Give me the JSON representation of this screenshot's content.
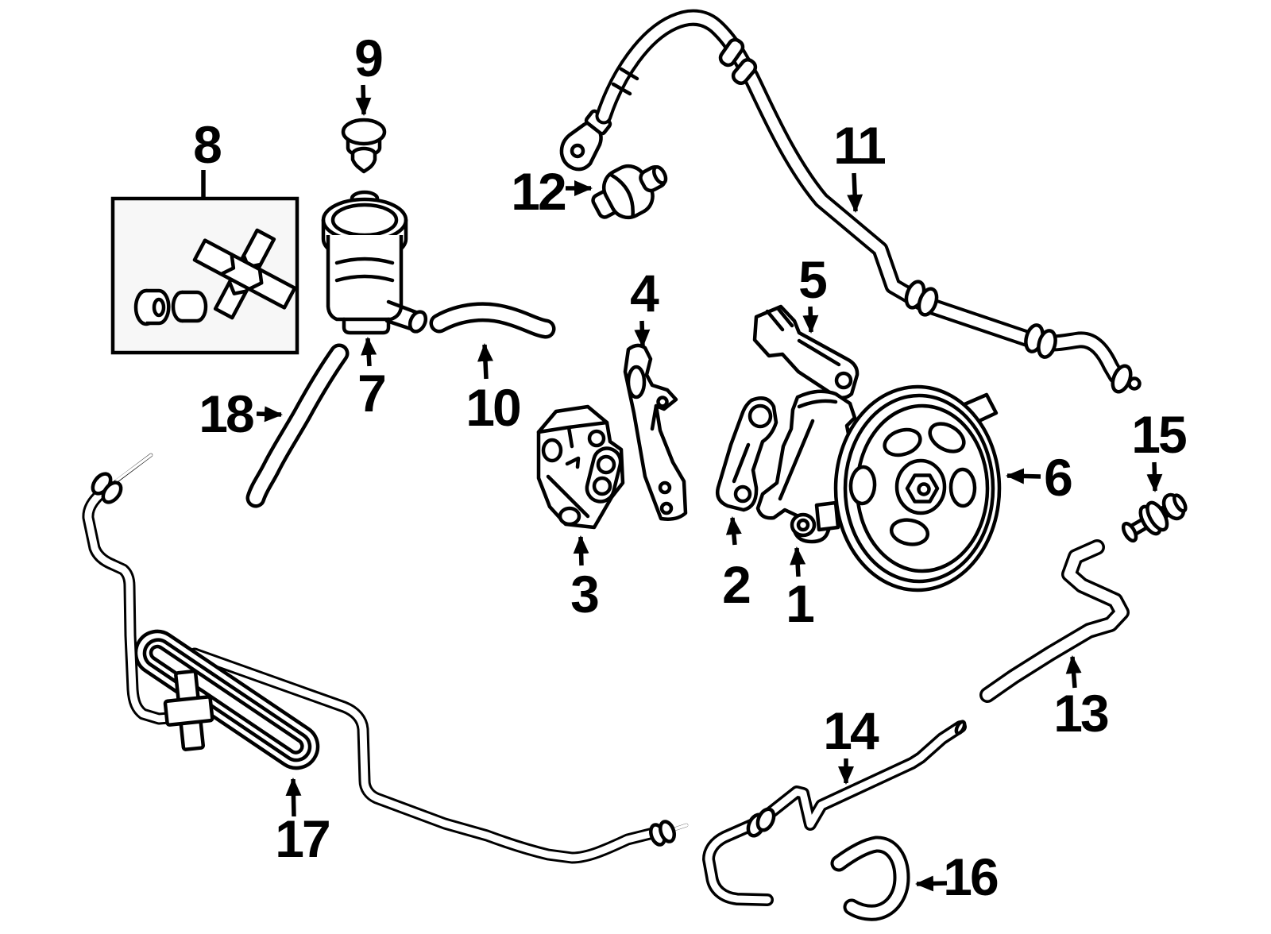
{
  "figure": {
    "background_color": "#ffffff",
    "line_color": "#000000",
    "box_fill": "#f7f7f7",
    "callouts": {
      "c1": "1",
      "c2": "2",
      "c3": "3",
      "c4": "4",
      "c5": "5",
      "c6": "6",
      "c7": "7",
      "c8": "8",
      "c9": "9",
      "c10": "10",
      "c11": "11",
      "c12": "12",
      "c13": "13",
      "c14": "14",
      "c15": "15",
      "c16": "16",
      "c17": "17",
      "c18": "18"
    }
  }
}
